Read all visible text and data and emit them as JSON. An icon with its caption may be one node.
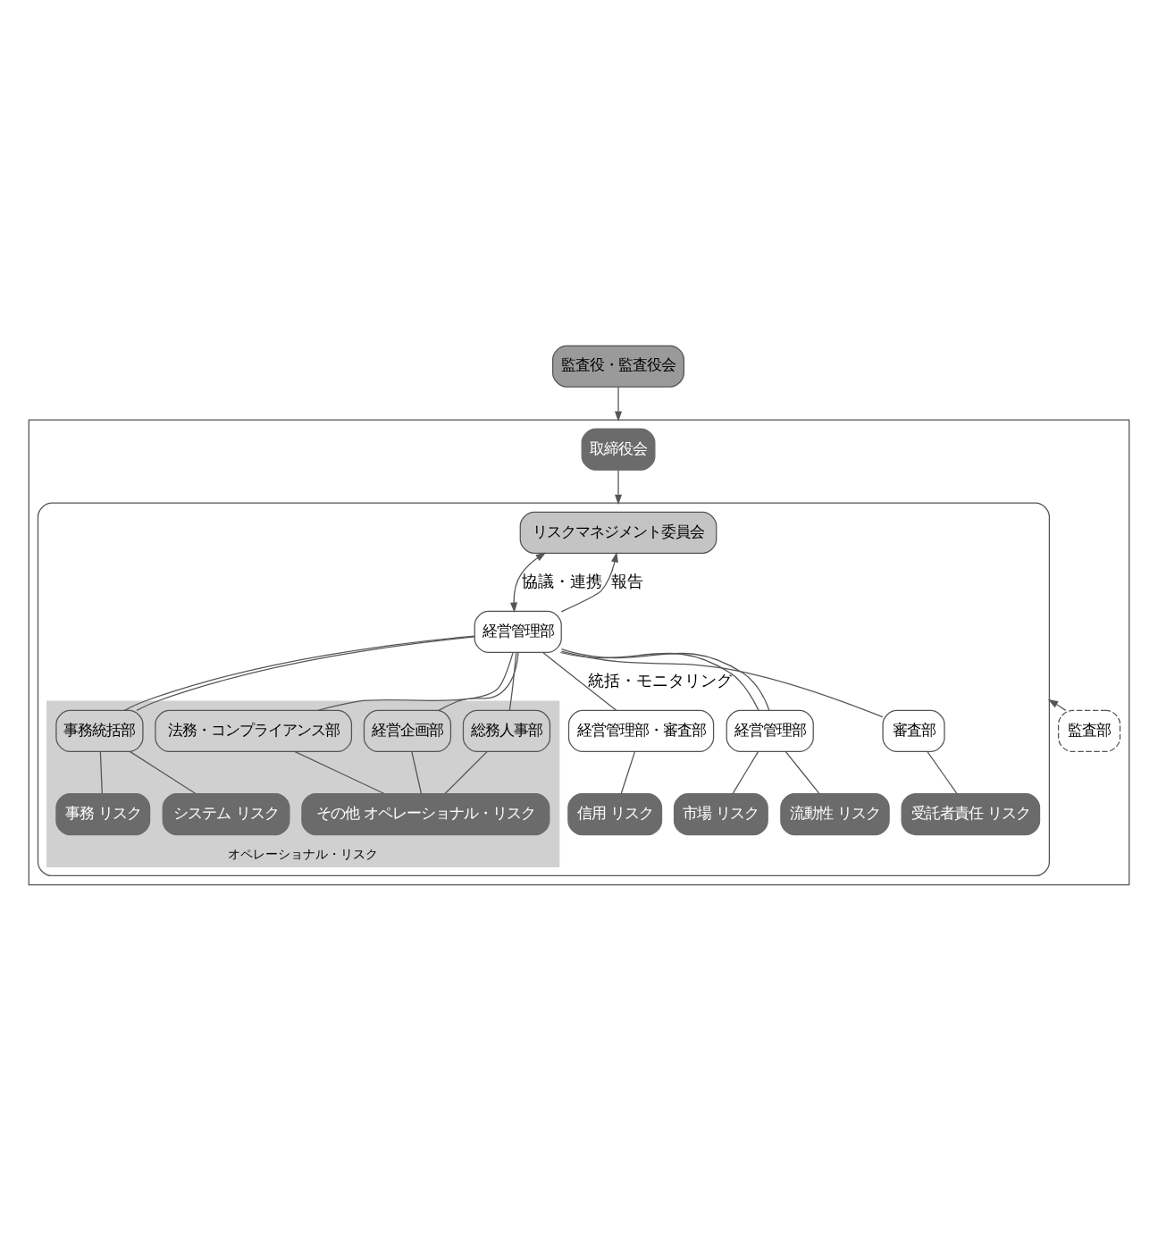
{
  "diagram": {
    "nodes": [
      {
        "text": [
          "監査役・監査役会"
        ]
      },
      {
        "text": [],
        "shape": "box"
      },
      {
        "text": [
          "取締役会"
        ],
        "in": 1
      },
      {
        "text": [],
        "shape": "box",
        "in": 1
      },
      {
        "text": [
          "リスクマネジメント委員会"
        ],
        "in": 3
      },
      {
        "text": [
          "経営管理部"
        ],
        "in": 3
      },
      {
        "text": [
          "オペレーショナル・リスク"
        ],
        "in": 3
      },
      {
        "text": [
          "経営管理部・審査部"
        ],
        "in": 3
      },
      {
        "text": [
          "経営管理部"
        ],
        "in": 3
      },
      {
        "text": [
          "事務統括部"
        ],
        "in": 6
      },
      {
        "text": [
          "法務・コンプライアンス部"
        ],
        "in": 6
      },
      {
        "text": [
          "経営企画部"
        ],
        "in": 6
      },
      {
        "text": [
          "総務人事部"
        ],
        "in": 6
      },
      {
        "text": [
          "審査部"
        ],
        "in": 3
      },
      {
        "text": [
          "信用 リスク"
        ],
        "in": 3
      },
      {
        "text": [
          "市場 リスク"
        ],
        "in": 3
      },
      {
        "text": [
          "流動性 リスク"
        ],
        "in": 3
      },
      {
        "text": [
          "事務 リスク"
        ],
        "in": 6
      },
      {
        "text": [
          "システム リスク"
        ],
        "in": 6
      },
      {
        "text": [
          "その他 オペレーショナル・リスク"
        ],
        "in": 6
      },
      {
        "text": [
          "受託者責任 リスク"
        ],
        "in": 3
      },
      {
        "text": [
          "監査部"
        ],
        "in": 1
      }
    ],
    "edges": [
      {
        "from": 0,
        "to": 1,
        "arrow": "to"
      },
      {
        "from": 2,
        "to": 3,
        "arrow": "to"
      },
      {
        "from": 4,
        "to": 5,
        "arrow": "both",
        "label": "協議・連携"
      },
      {
        "from": 5,
        "to": 4,
        "arrow": "to",
        "label": "報告"
      },
      {
        "from": 5,
        "to": 7,
        "arrow": "none",
        "label": "統括・モニタリング"
      },
      {
        "from": 5,
        "to": 8,
        "arrow": "none"
      },
      {
        "from": 5,
        "to": 8,
        "arrow": "none"
      },
      {
        "from": 5,
        "to": 9,
        "arrow": "none"
      },
      {
        "from": 5,
        "to": 9,
        "arrow": "none"
      },
      {
        "from": 5,
        "to": 10,
        "arrow": "none"
      },
      {
        "from": 5,
        "to": 11,
        "arrow": "none"
      },
      {
        "from": 5,
        "to": 12,
        "arrow": "none"
      },
      {
        "from": 5,
        "to": 13,
        "arrow": "none"
      },
      {
        "from": 7,
        "to": 14,
        "arrow": "none"
      },
      {
        "from": 8,
        "to": 15,
        "arrow": "none"
      },
      {
        "from": 8,
        "to": 16,
        "arrow": "none"
      },
      {
        "from": 9,
        "to": 17,
        "arrow": "none"
      },
      {
        "from": 9,
        "to": 18,
        "arrow": "none"
      },
      {
        "from": 10,
        "to": 19,
        "arrow": "none"
      },
      {
        "from": 11,
        "to": 19,
        "arrow": "none"
      },
      {
        "from": 12,
        "to": 19,
        "arrow": "none"
      },
      {
        "from": 13,
        "to": 20,
        "arrow": "none"
      },
      {
        "from": 21,
        "to": 3,
        "arrow": "to"
      }
    ]
  }
}
